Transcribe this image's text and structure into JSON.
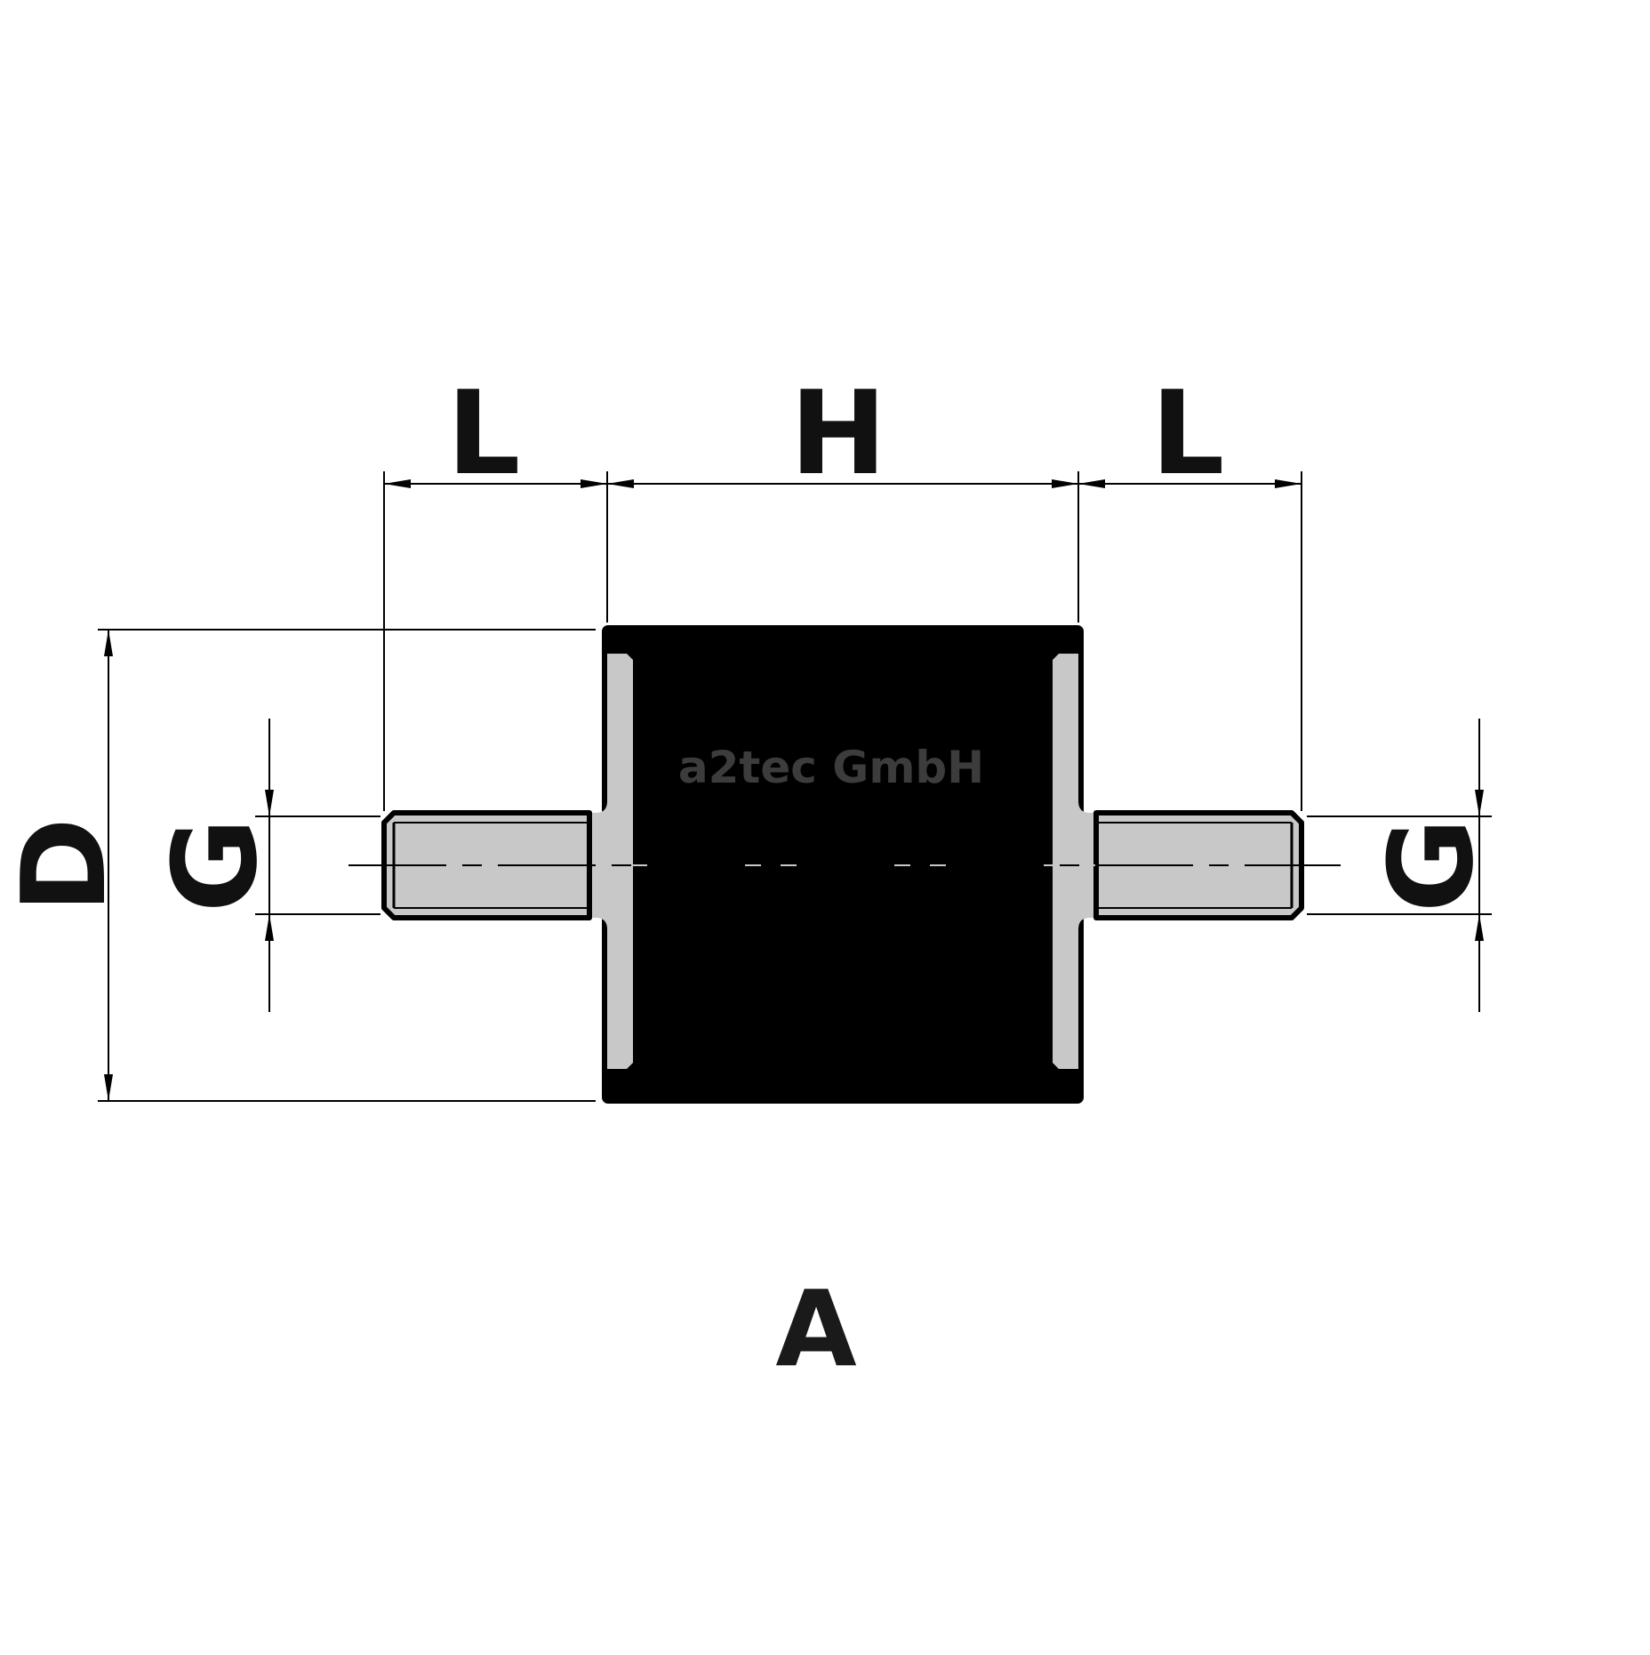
{
  "labels": {
    "L_left": "L",
    "H": "H",
    "L_right": "L",
    "D": "D",
    "G_left": "G",
    "G_right": "G",
    "variant": "A"
  },
  "watermark": "a2tec GmbH",
  "colors": {
    "rubber": "#000000",
    "metal": "#c8c8c8",
    "line": "#000000",
    "text": "#111111",
    "watermark": "#3c3c3c"
  }
}
